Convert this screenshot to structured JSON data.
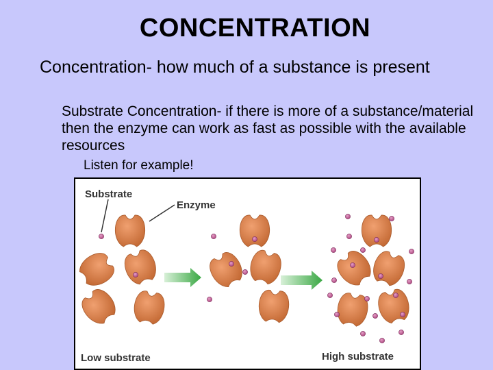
{
  "slide": {
    "title": "CONCENTRATION",
    "definition": "Concentration- how much of a substance is present",
    "substrate_concentration": "Substrate Concentration- if there is more of a substance/material then the enzyme can work as fast as possible with the available resources",
    "prompt": "Listen for example!"
  },
  "figure": {
    "label_substrate": "Substrate",
    "label_enzyme": "Enzyme",
    "label_low": "Low substrate",
    "label_high": "High substrate",
    "colors": {
      "enzyme": "#d9844e",
      "substrate": "#c05a8c",
      "arrow": "#43b14a",
      "background": "#c8c8fc"
    }
  }
}
